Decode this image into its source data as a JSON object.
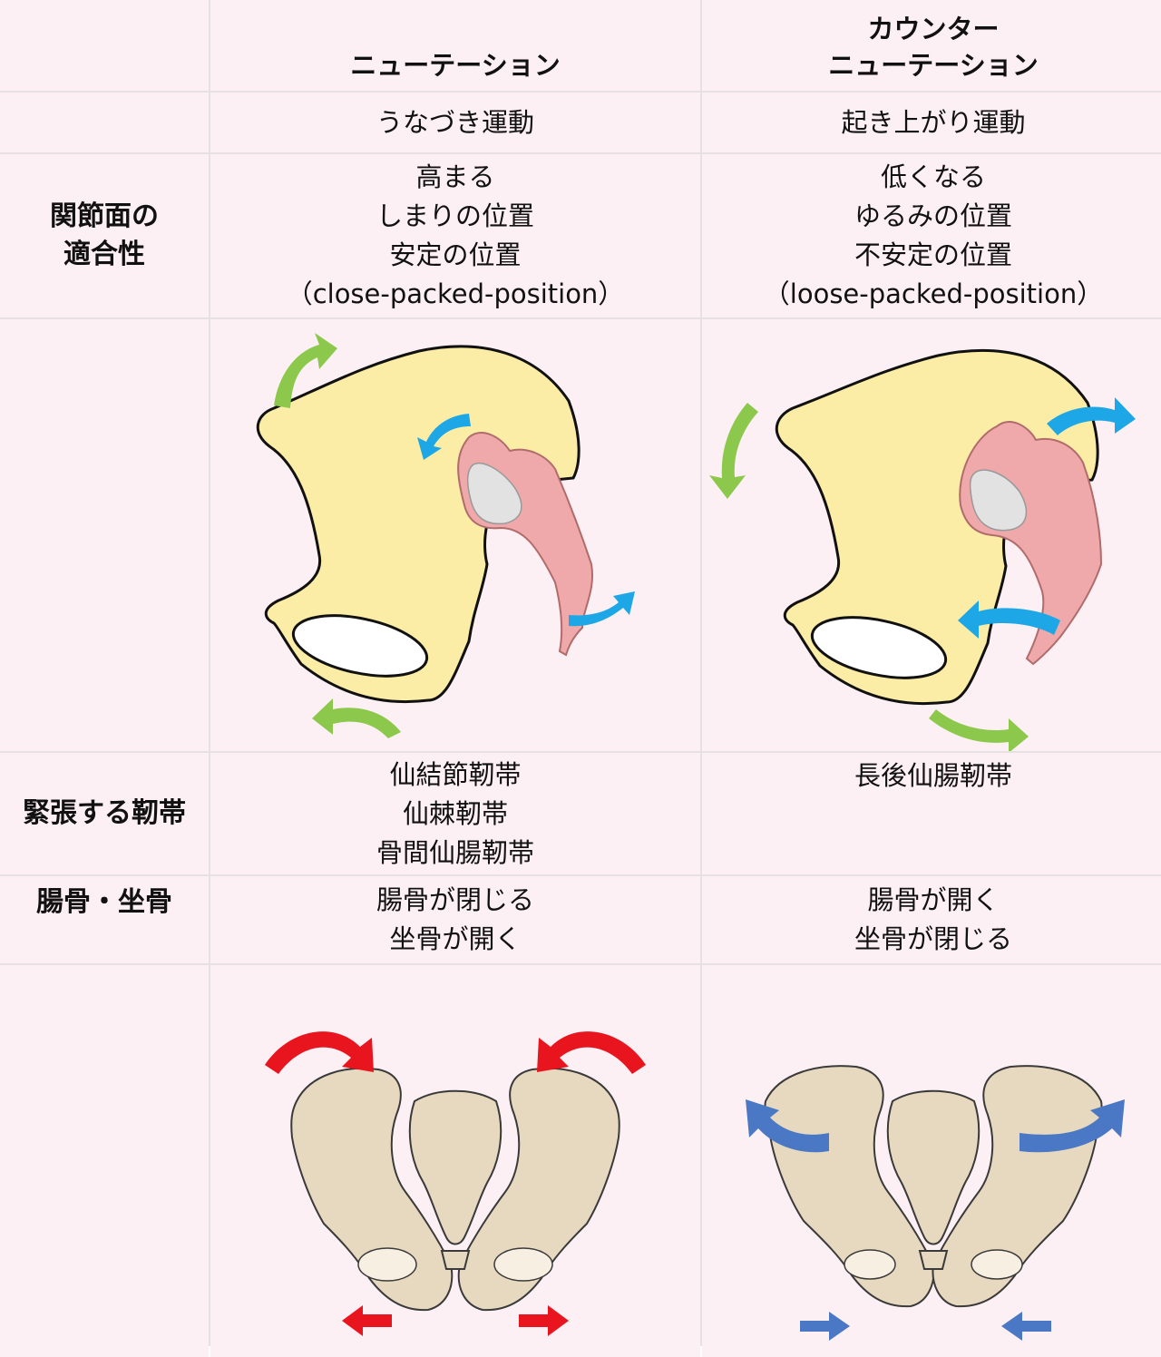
{
  "columns": {
    "nutation": {
      "header_lines": [
        "ニューテーション"
      ]
    },
    "counter": {
      "header_lines": [
        "カウンター",
        "ニューテーション"
      ]
    }
  },
  "rows": {
    "motion": {
      "label": "",
      "nutation": [
        "うなづき運動"
      ],
      "counter": [
        "起き上がり運動"
      ]
    },
    "congruence": {
      "label_lines": [
        "関節面の",
        "適合性"
      ],
      "nutation": [
        "高まる",
        "しまりの位置",
        "安定の位置",
        "（close-packed-position）"
      ],
      "counter": [
        "低くなる",
        "ゆるみの位置",
        "不安定の位置",
        "（loose-packed-position）"
      ]
    },
    "ligaments": {
      "label": "緊張する靭帯",
      "nutation": [
        "仙結節靭帯",
        "仙棘靭帯",
        "骨間仙腸靭帯"
      ],
      "counter": [
        "長後仙腸靭帯"
      ]
    },
    "ilium_ischium": {
      "label": "腸骨・坐骨",
      "nutation": [
        "腸骨が閉じる",
        "坐骨が開く"
      ],
      "counter": [
        "腸骨が開く",
        "坐骨が閉じる"
      ]
    }
  },
  "colors": {
    "ilium_fill": "#fbeda5",
    "sacrum_fill": "#f0a9aa",
    "gap_fill": "#e2e2e2",
    "arrow_green": "#8cc84b",
    "arrow_blue": "#1ea7e6",
    "arrow_red": "#e8141e",
    "arrow_darkblue": "#4a78c4",
    "bone_fill": "#e7d9bf"
  }
}
